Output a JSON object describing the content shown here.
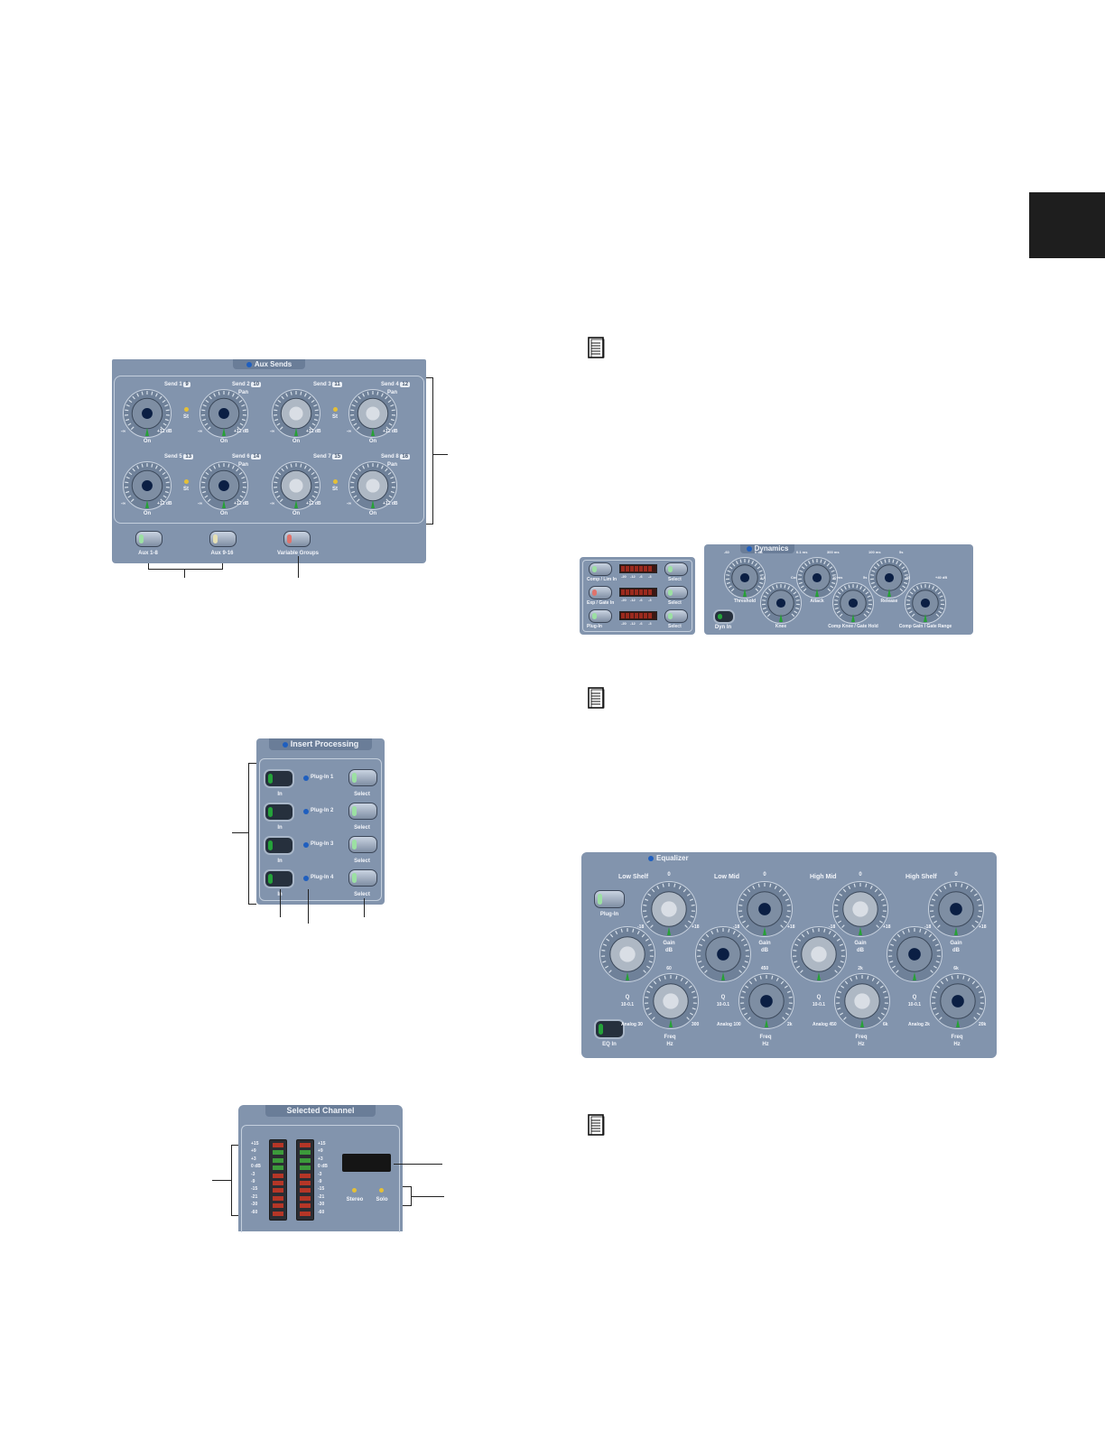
{
  "aux_sends": {
    "title": "Aux Sends",
    "send_labels": [
      "Send 1",
      "Send 2",
      "Send 3",
      "Send 4",
      "Send 5",
      "Send 6",
      "Send 7",
      "Send 8"
    ],
    "send_numbers": [
      "9",
      "10",
      "11",
      "12",
      "13",
      "14",
      "15",
      "16"
    ],
    "pan": "Pan",
    "st": "St",
    "on": "On",
    "min": "-∞",
    "max": "+12 dB",
    "buttons": [
      "Aux 1-8",
      "Aux 9-16",
      "Variable Groups"
    ]
  },
  "dynamics": {
    "title": "Dynamics",
    "buttons": [
      "Comp / Lim In",
      "Exp / Gate In",
      "Plug-In"
    ],
    "select": "Select",
    "meter_scale": [
      "-20",
      "-12",
      "-6",
      "-3"
    ],
    "dyn_in": "Dyn In",
    "knobs": [
      "Threshold",
      "Knee",
      "Attack",
      "Comp Knee / Gate Hold",
      "Release",
      "Comp Gain / Gate Range"
    ],
    "scale": [
      "-60",
      "0 dB",
      "1:1",
      "Comp Inf / Limit",
      "0.1 ms",
      "300 ms",
      "10 ms",
      "5s",
      "100 ms",
      "5s",
      "-40",
      "+40 dB"
    ]
  },
  "insert_processing": {
    "title": "Insert Processing",
    "rows": [
      "Plug-In 1",
      "Plug-In 2",
      "Plug-In 3",
      "Plug-In 4"
    ],
    "in": "In",
    "select": "Select"
  },
  "equalizer": {
    "title": "Equalizer",
    "bands": [
      "Low Shelf",
      "Low Mid",
      "High Mid",
      "High Shelf"
    ],
    "plug_in": "Plug-In",
    "eq_in": "EQ In",
    "gain": "Gain",
    "db": "dB",
    "q": "Q",
    "q_range": "10-0.1",
    "freq": "Freq",
    "hz": "Hz",
    "zero": "0",
    "minus": "-18",
    "plus": "+18",
    "analog": [
      "Analog 30",
      "Analog 100",
      "Analog 450",
      "Analog 2k"
    ],
    "freq_low": [
      "60",
      "450",
      "2k",
      "6k"
    ],
    "freq_high": [
      "300",
      "2k",
      "6k",
      "20k"
    ]
  },
  "selected_channel": {
    "title": "Selected Channel",
    "meter_scale": [
      "+15",
      "+9",
      "+3",
      "0 dB",
      "-3",
      "-9",
      "-15",
      "-21",
      "-30",
      "-60"
    ],
    "stereo": "Stereo",
    "solo": "Solo"
  }
}
